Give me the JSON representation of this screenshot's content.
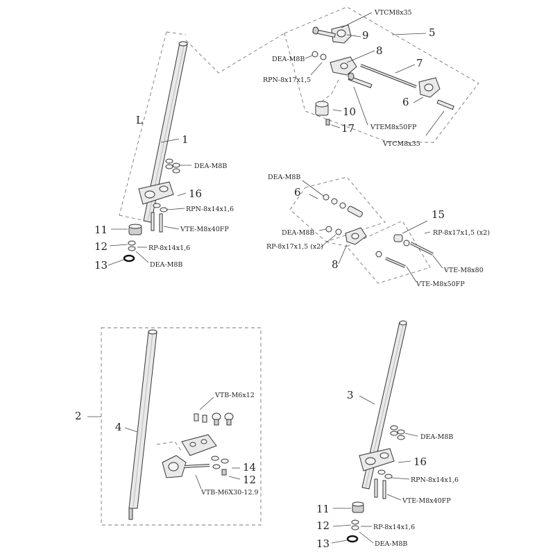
{
  "labels": {
    "p1": "1",
    "p2": "2",
    "p3": "3",
    "p4": "4",
    "p5": "5",
    "p6a": "6",
    "p6b": "6",
    "p7": "7",
    "p8a": "8",
    "p8b": "8",
    "p9": "9",
    "p10": "10",
    "p11a": "11",
    "p11b": "11",
    "p12a": "12",
    "p12b": "12",
    "p12c": "12",
    "p13a": "13",
    "p13b": "13",
    "p14": "14",
    "p15": "15",
    "p16a": "16",
    "p16b": "16",
    "p17": "17",
    "L": "L",
    "vtcm_top": "VTCM8x35",
    "dea_top": "DEA-M8B",
    "rpn_top": "RPN-8x17x1,5",
    "vtem_top": "VTEM8x50FP",
    "vtcm_bottom": "VTCM8x35",
    "dea_l1": "DEA-M8B",
    "rpn_l1": "RPN-8x14x1,6",
    "vte_l1": "VTE-M8x40FP",
    "rp_l1": "RP-8x14x1,6",
    "dea_l2": "DEA-M8B",
    "dea_m1": "DEA-M8B",
    "dea_m2": "DEA-M8B",
    "rp_m1": "RP-8x17x1,5 (x2)",
    "rp_m2": "RP-8x17x1,5 (x2)",
    "vte_m1": "VTE-M8x80",
    "vte_m2": "VTE-M8x50FP",
    "vtb_m6x12": "VTB-M6x12",
    "vtb_m6x30": "VTB-M6X30-12.9",
    "dea_r1": "DEA-M8B",
    "rpn_r1": "RPN-8x14x1,6",
    "vte_r1": "VTE-M8x40FP",
    "rp_r1": "RP-8x14x1,6",
    "dea_r2": "DEA-M8B"
  }
}
